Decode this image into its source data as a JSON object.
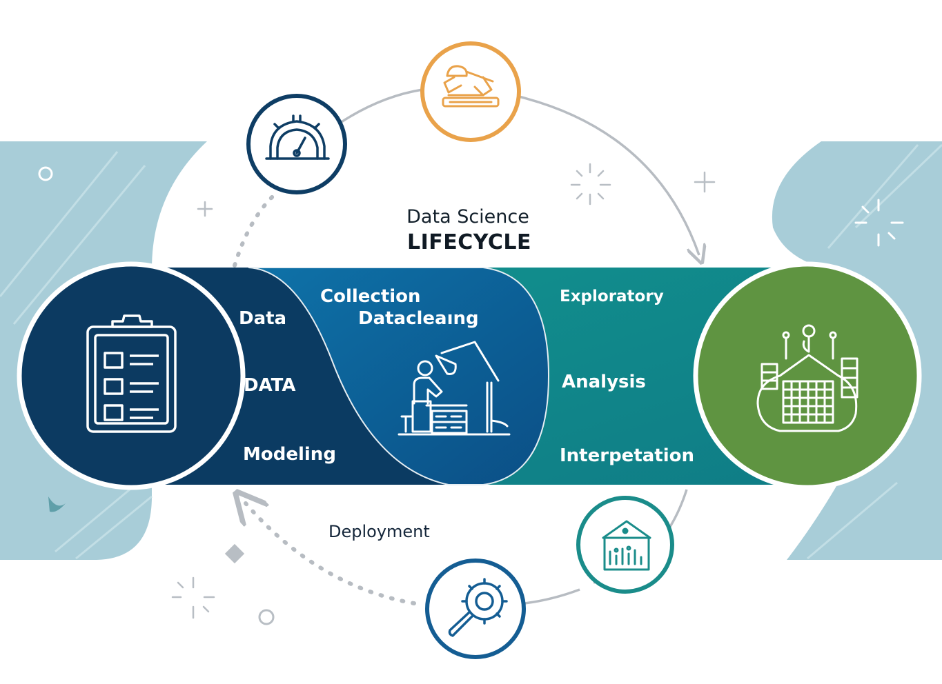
{
  "diagram": {
    "title_line1": "Data Science",
    "title_line2": "LIFECYCLE",
    "left_band": {
      "data": "Data",
      "data_caps": "DATA",
      "modeling": "Modeling"
    },
    "middle_band": {
      "collection": "Collection",
      "datacleaning": "Datacleaıng"
    },
    "right_band": {
      "exploratory": "Exploratory",
      "analysis": "Analysis",
      "interpretation": "Interpetation"
    },
    "deployment": "Deployment"
  },
  "colors": {
    "navy": "#0d3d64",
    "blue": "#0f5e93",
    "teal": "#138a8a",
    "green": "#5f9441",
    "orange": "#e9a24a",
    "light_blue": "#a8cdd8",
    "grey_arc": "#b7bcc2"
  },
  "icons": [
    "clipboard-checklist-icon",
    "gauge-gear-icon",
    "microscope-icon",
    "researcher-lab-icon",
    "building-analysis-icon",
    "building-chart-icon",
    "gear-magnifier-icon"
  ]
}
